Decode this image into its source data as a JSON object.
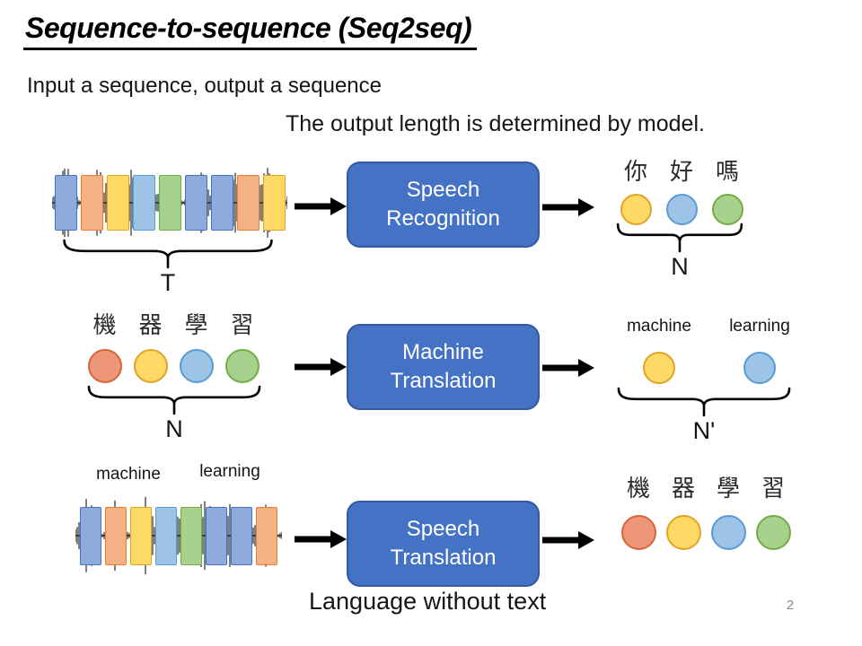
{
  "slide": {
    "title": "Sequence-to-sequence (Seq2seq)",
    "subtitle": "Input a sequence, output a sequence",
    "note": "The output length is determined by model.",
    "footer": "Language without text",
    "page_number": "2"
  },
  "palette": {
    "process_box_fill": "#4472C4",
    "process_box_border": "#35599F",
    "process_box_text": "#FFFFFF",
    "arrow_color": "#000000",
    "colors": {
      "blue": {
        "fill": "#8FAADC",
        "border": "#4472C4"
      },
      "orange": {
        "fill": "#F4B183",
        "border": "#ED7D31"
      },
      "coral": {
        "fill": "#EE9678",
        "border": "#D9643C"
      },
      "yellow": {
        "fill": "#FFD966",
        "border": "#E0A426"
      },
      "lightblue": {
        "fill": "#9DC3E6",
        "border": "#5B9BD5"
      },
      "green": {
        "fill": "#A9D18E",
        "border": "#70AD47"
      }
    }
  },
  "rows": [
    {
      "name": "speech-recognition",
      "box": {
        "line1": "Speech",
        "line2": "Recognition"
      },
      "input": {
        "kind": "waveform",
        "segments": [
          "blue",
          "orange",
          "yellow",
          "lightblue",
          "green",
          "blue",
          "blue",
          "orange",
          "yellow"
        ],
        "brace_label": "T"
      },
      "output": {
        "kind": "tokens",
        "tokens": [
          {
            "label": "你",
            "color": "yellow"
          },
          {
            "label": "好",
            "color": "lightblue"
          },
          {
            "label": "嗎",
            "color": "green"
          }
        ],
        "brace_label": "N"
      }
    },
    {
      "name": "machine-translation",
      "box": {
        "line1": "Machine",
        "line2": "Translation"
      },
      "input": {
        "kind": "tokens",
        "tokens": [
          {
            "label": "機",
            "color": "coral"
          },
          {
            "label": "器",
            "color": "yellow"
          },
          {
            "label": "學",
            "color": "lightblue"
          },
          {
            "label": "習",
            "color": "green"
          }
        ],
        "brace_label": "N"
      },
      "output": {
        "kind": "tokens",
        "tokens": [
          {
            "label": "machine",
            "color": "yellow"
          },
          {
            "label": "learning",
            "color": "lightblue"
          }
        ],
        "brace_label": "N'"
      }
    },
    {
      "name": "speech-translation",
      "box": {
        "line1": "Speech",
        "line2": "Translation"
      },
      "input": {
        "kind": "waveform",
        "labels": [
          "machine",
          "learning"
        ],
        "segments": [
          "blue",
          "orange",
          "yellow",
          "lightblue",
          "green",
          "blue",
          "blue",
          "orange"
        ]
      },
      "output": {
        "kind": "tokens",
        "tokens": [
          {
            "label": "機",
            "color": "coral"
          },
          {
            "label": "器",
            "color": "yellow"
          },
          {
            "label": "學",
            "color": "lightblue"
          },
          {
            "label": "習",
            "color": "green"
          }
        ]
      }
    }
  ]
}
